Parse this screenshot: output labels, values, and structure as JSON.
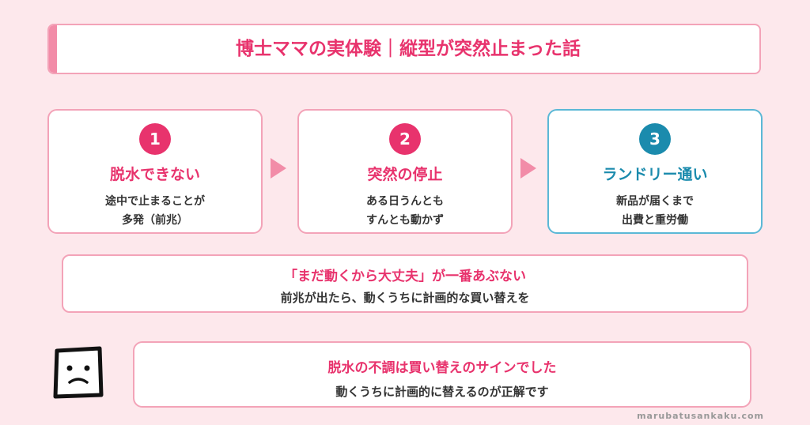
{
  "header": {
    "title": "博士ママの実体験｜縦型が突然止まった話"
  },
  "steps": [
    {
      "number": "1",
      "title": "脱水できない",
      "line1": "途中で止まることが",
      "line2": "多発（前兆）"
    },
    {
      "number": "2",
      "title": "突然の停止",
      "line1": "ある日うんとも",
      "line2": "すんとも動かず"
    },
    {
      "number": "3",
      "title": "ランドリー通い",
      "line1": "新品が届くまで",
      "line2": "出費と重労働"
    }
  ],
  "note": {
    "title": "「まだ動くから大丈夫」が一番あぶない",
    "body": "前兆が出たら、動くうちに計画的な買い替えを"
  },
  "speech": {
    "title": "脱水の不調は買い替えのサインでした",
    "body": "動くうちに計画的に替えるのが正解です"
  },
  "footer": {
    "site": "marubatusankaku.com"
  },
  "colors": {
    "pink": "#e8336d",
    "blue": "#1b8bad",
    "background": "#fde8ec"
  },
  "icons": {
    "face": "worried-square-face-icon",
    "arrow": "play-triangle-icon"
  }
}
